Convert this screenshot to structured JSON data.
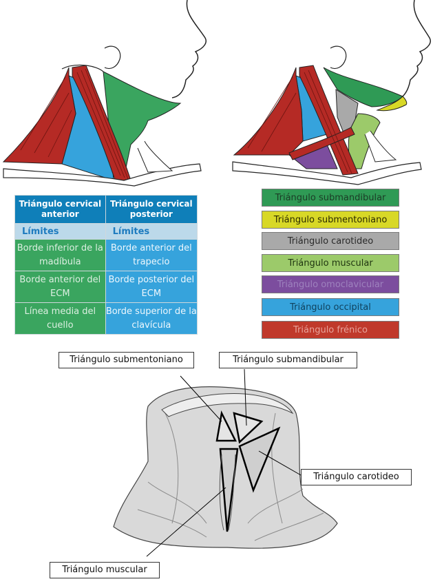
{
  "table": {
    "headers": [
      "Triángulo cervical anterior",
      "Triángulo cervical posterior"
    ],
    "limits_label": [
      "Límites",
      "Límites"
    ],
    "rows": [
      [
        "Borde inferior de la madíbula",
        "Borde anterior del trapecio"
      ],
      [
        "Borde anterior del ECM",
        "Borde posterior del ECM"
      ],
      [
        "Línea media del cuello",
        "Borde superior de la clavícula"
      ]
    ]
  },
  "legend": [
    {
      "label": "Triángulo submandibular",
      "color": "#2f9a55",
      "text_color": "#1b3b25"
    },
    {
      "label": "Triángulo submentoniano",
      "color": "#d8d827",
      "text_color": "#2b2b00"
    },
    {
      "label": "Triángulo carotideo",
      "color": "#a9a9a9",
      "text_color": "#2a2a2a"
    },
    {
      "label": "Triángulo muscular",
      "color": "#9cca6a",
      "text_color": "#1f3510"
    },
    {
      "label": "Triángulo omoclavicular",
      "color": "#7c4d9e",
      "text_color": "#9e82be"
    },
    {
      "label": "Triángulo occipital",
      "color": "#36a3dc",
      "text_color": "#10425e"
    },
    {
      "label": "Triángulo frénico",
      "color": "#c0392b",
      "text_color": "#e7a39b"
    }
  ],
  "callouts": {
    "submentoniano": "Triángulo submentoniano",
    "submandibular": "Triángulo submandibular",
    "carotideo": "Triángulo carotideo",
    "muscular": "Triángulo muscular"
  },
  "colors": {
    "green": "#3aa55f",
    "blue": "#36a3dc",
    "red": "#b52a25",
    "gray": "#a9a9a9",
    "lightgreen": "#9cca6a",
    "purple": "#7c4d9e",
    "yellow": "#d8d827"
  }
}
